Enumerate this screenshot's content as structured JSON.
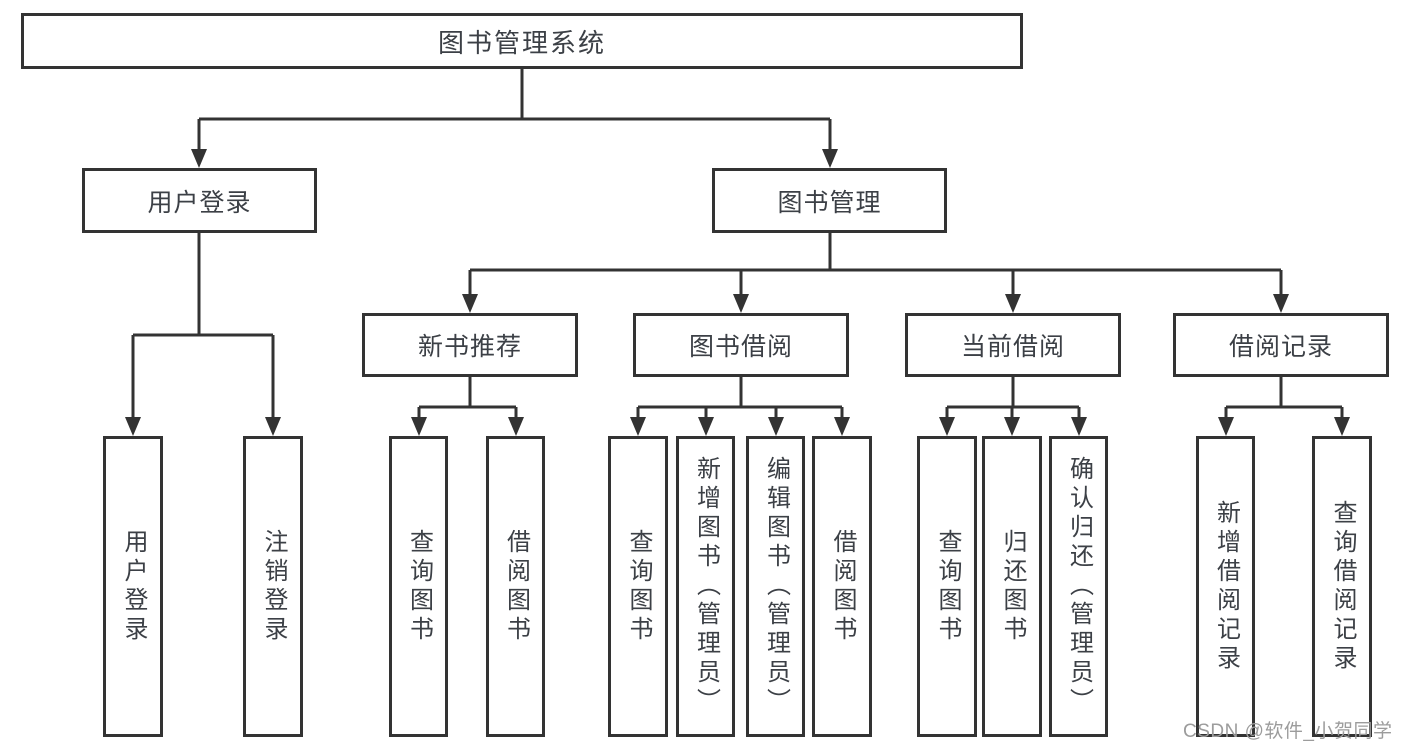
{
  "nodes": {
    "root": "图书管理系统",
    "user_login": "用户登录",
    "book_management": "图书管理",
    "new_book_recommend": "新书推荐",
    "book_borrowing": "图书借阅",
    "current_borrowing": "当前借阅",
    "borrowing_records": "借阅记录",
    "leaves": [
      "用户登录",
      "注销登录",
      "查询图书",
      "借阅图书",
      "查询图书",
      "新增图书（管理员）",
      "编辑图书（管理员）",
      "借阅图书",
      "查询图书",
      "归还图书",
      "确认归还（管理员）",
      "新增借阅记录",
      "查询借阅记录"
    ]
  },
  "watermark": "CSDN @软件_小贺同学",
  "colors": {
    "line": "#333333",
    "text": "#3c4046",
    "box_background": "#ffffff",
    "watermark": "#9c9c9c"
  }
}
